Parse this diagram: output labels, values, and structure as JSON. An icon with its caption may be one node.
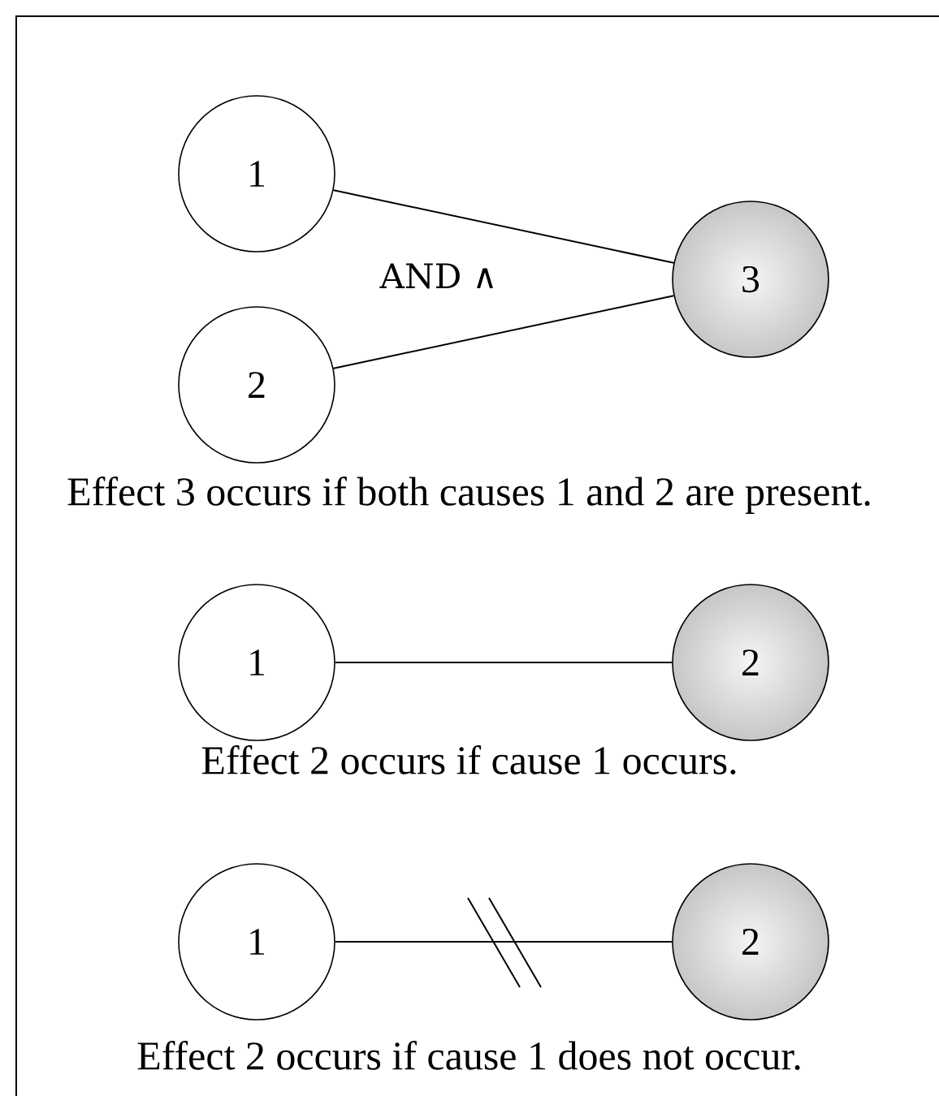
{
  "diagram": {
    "nodes": [
      {
        "text": [
          "1"
        ]
      },
      {
        "text": [
          "2"
        ]
      },
      {
        "text": [
          "3"
        ]
      },
      {
        "text": [
          "1"
        ]
      },
      {
        "text": [
          "2"
        ]
      },
      {
        "text": [
          "1"
        ]
      },
      {
        "text": [
          "2"
        ]
      }
    ],
    "edges": [
      {
        "from": 0,
        "to": 2,
        "arrow": "none"
      },
      {
        "from": 1,
        "to": 2,
        "arrow": "none"
      },
      {
        "from": 3,
        "to": 4,
        "arrow": "none"
      },
      {
        "from": 5,
        "to": 6,
        "arrow": "none"
      }
    ],
    "labels": [
      "AND ∧",
      "Effect 3 occurs if both causes 1 and 2 are present.",
      "Effect 2 occurs if cause 1 occurs.",
      "Effect 2 occurs if cause 1 does not occur."
    ]
  }
}
